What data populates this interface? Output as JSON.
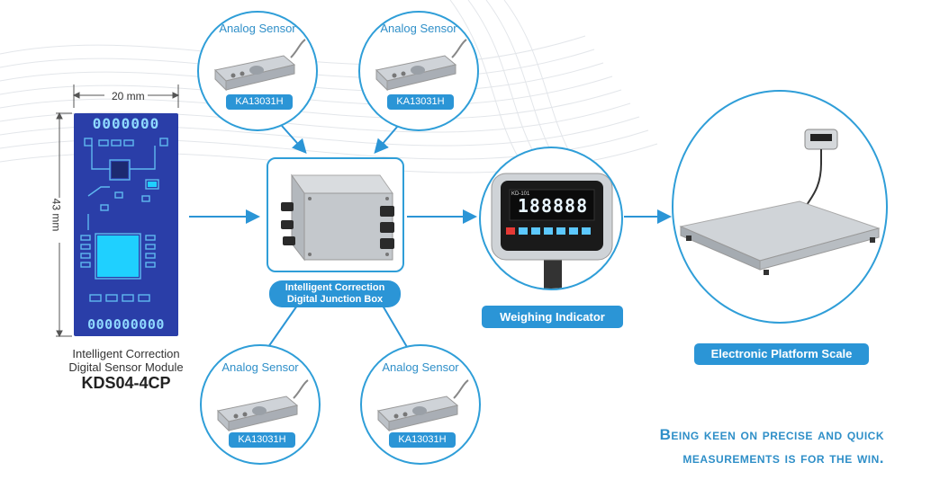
{
  "sensors": {
    "label": "Analog Sensor",
    "model": "KA13031H"
  },
  "module": {
    "width_label": "20 mm",
    "height_label": "43 mm",
    "display_top": "0000000",
    "display_bottom": "000000000",
    "caption_line1": "Intelligent Correction",
    "caption_line2": "Digital Sensor Module",
    "name": "KDS04-4CP"
  },
  "junction_box": {
    "label_line1": "Intelligent Correction",
    "label_line2": "Digital Junction Box"
  },
  "indicator": {
    "label": "Weighing Indicator",
    "model_text": "KD-101",
    "display": "188888"
  },
  "platform": {
    "label": "Electronic Platform Scale"
  },
  "slogan": {
    "line1": "Being keen on precise and quick",
    "line2": "measurements is for the win."
  },
  "colors": {
    "accent": "#2b95d6",
    "pcb": "#2a3ea8"
  }
}
